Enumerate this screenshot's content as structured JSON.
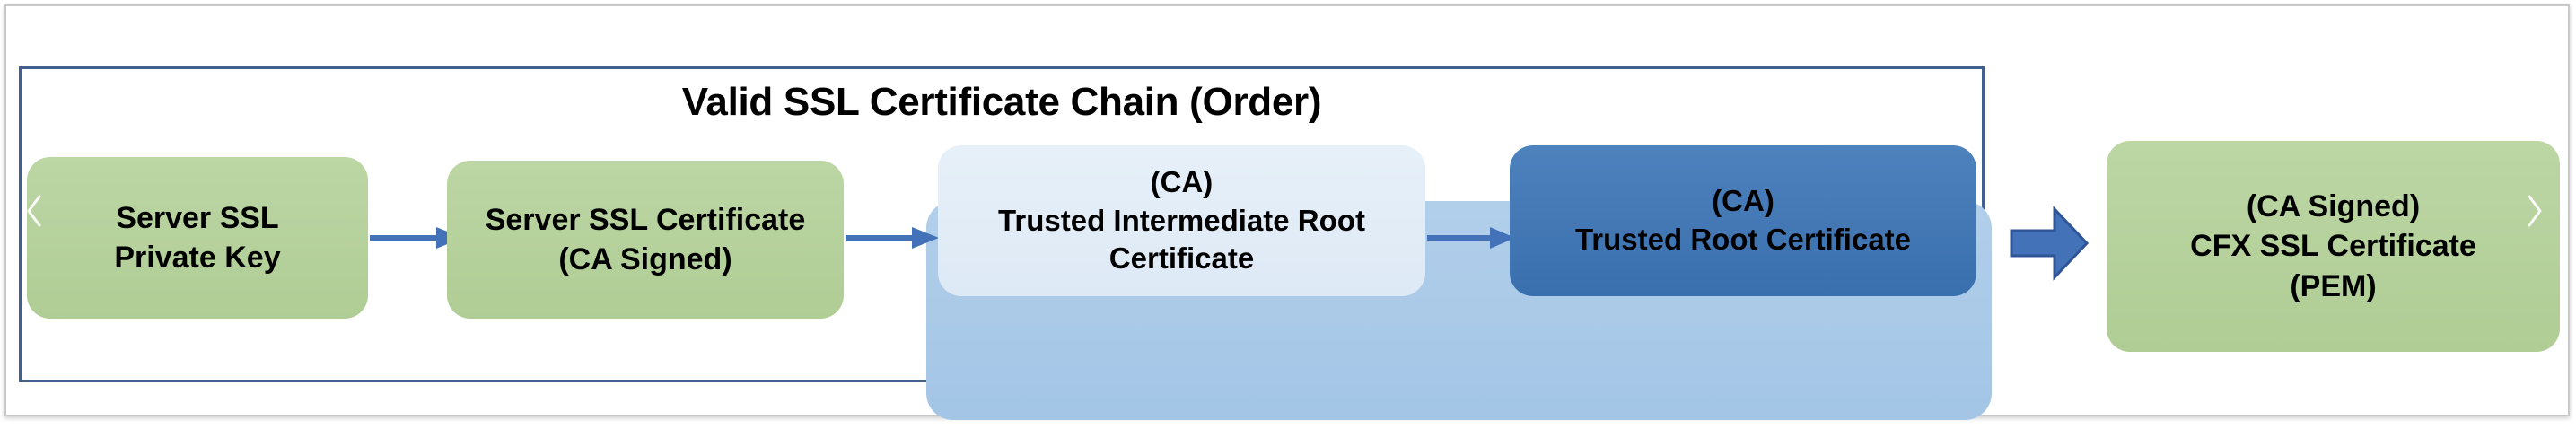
{
  "diagram": {
    "title": "Valid SSL Certificate Chain (Order)",
    "colors": {
      "green_node": "#b4d09a",
      "light_blue_node": "#e2edf7",
      "dark_blue_node": "#3f76b5",
      "ca_container": "#a9c9e8",
      "group_border": "#41608f",
      "arrow": "#4472b8",
      "outer_frame": "#c9c9c9"
    },
    "nodes": [
      {
        "id": "server-ssl-private-key",
        "style": "green",
        "lines": [
          "Server SSL",
          "Private Key"
        ]
      },
      {
        "id": "server-ssl-certificate",
        "style": "green",
        "lines": [
          "Server SSL Certificate",
          "(CA Signed)"
        ]
      },
      {
        "id": "trusted-intermediate-root-certificate",
        "style": "light-blue",
        "lines": [
          "(CA)",
          "Trusted Intermediate Root",
          "Certificate"
        ]
      },
      {
        "id": "trusted-root-certificate",
        "style": "dark-blue",
        "lines": [
          "(CA)",
          "Trusted Root Certificate"
        ]
      },
      {
        "id": "cfx-ssl-certificate",
        "style": "green",
        "lines": [
          "(CA Signed)",
          "CFX SSL Certificate",
          "(PEM)"
        ]
      }
    ],
    "connectors": [
      {
        "id": "arrow-1",
        "from": "server-ssl-private-key",
        "to": "server-ssl-certificate",
        "kind": "thin-arrow"
      },
      {
        "id": "arrow-2",
        "from": "server-ssl-certificate",
        "to": "trusted-intermediate-root-certificate",
        "kind": "thin-arrow"
      },
      {
        "id": "arrow-3",
        "from": "trusted-intermediate-root-certificate",
        "to": "trusted-root-certificate",
        "kind": "thin-arrow"
      },
      {
        "id": "arrow-4",
        "from": "trusted-root-certificate",
        "to": "cfx-ssl-certificate",
        "kind": "block-arrow"
      }
    ],
    "carousel": {
      "prev_icon": "chevron-left-icon",
      "next_icon": "chevron-right-icon"
    }
  }
}
